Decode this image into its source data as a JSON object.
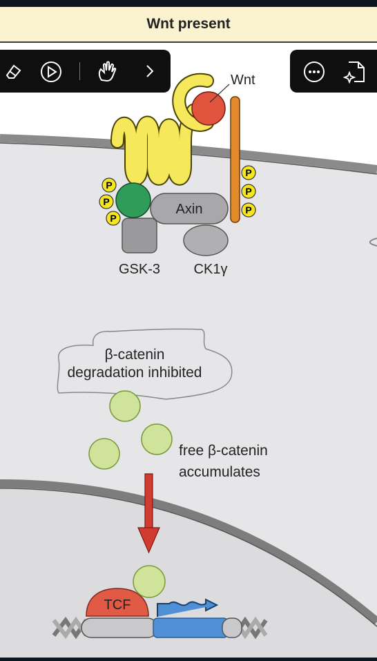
{
  "header": {
    "title": "Wnt present"
  },
  "toolbar_left": {
    "buttons": [
      "eraser-icon",
      "play-icon",
      "hand-icon",
      "chevron-right-icon"
    ]
  },
  "toolbar_right": {
    "buttons": [
      "more-icon",
      "document-sparkle-icon"
    ]
  },
  "diagram": {
    "labels": {
      "wnt": "Wnt",
      "axin": "Axin",
      "gsk3": "GSK-3",
      "ck1": "CK1γ",
      "p": "P",
      "degradation_line1": "β-catenin",
      "degradation_line2": "degradation inhibited",
      "free_line1": "free β-catenin",
      "free_line2": "accumulates",
      "tcf": "TCF"
    },
    "colors": {
      "membrane": "#8a8a8a",
      "cytoplasm": "#e6e6e8",
      "receptor": "#f5e85a",
      "wnt": "#e0533c",
      "lrp": "#e38a2a",
      "gsk3_ball": "#2f9c5a",
      "catenin": "#cfe49a",
      "arrow": "#d23b2f",
      "tcf": "#e05a45",
      "dna_blue": "#4e8fd6"
    }
  }
}
